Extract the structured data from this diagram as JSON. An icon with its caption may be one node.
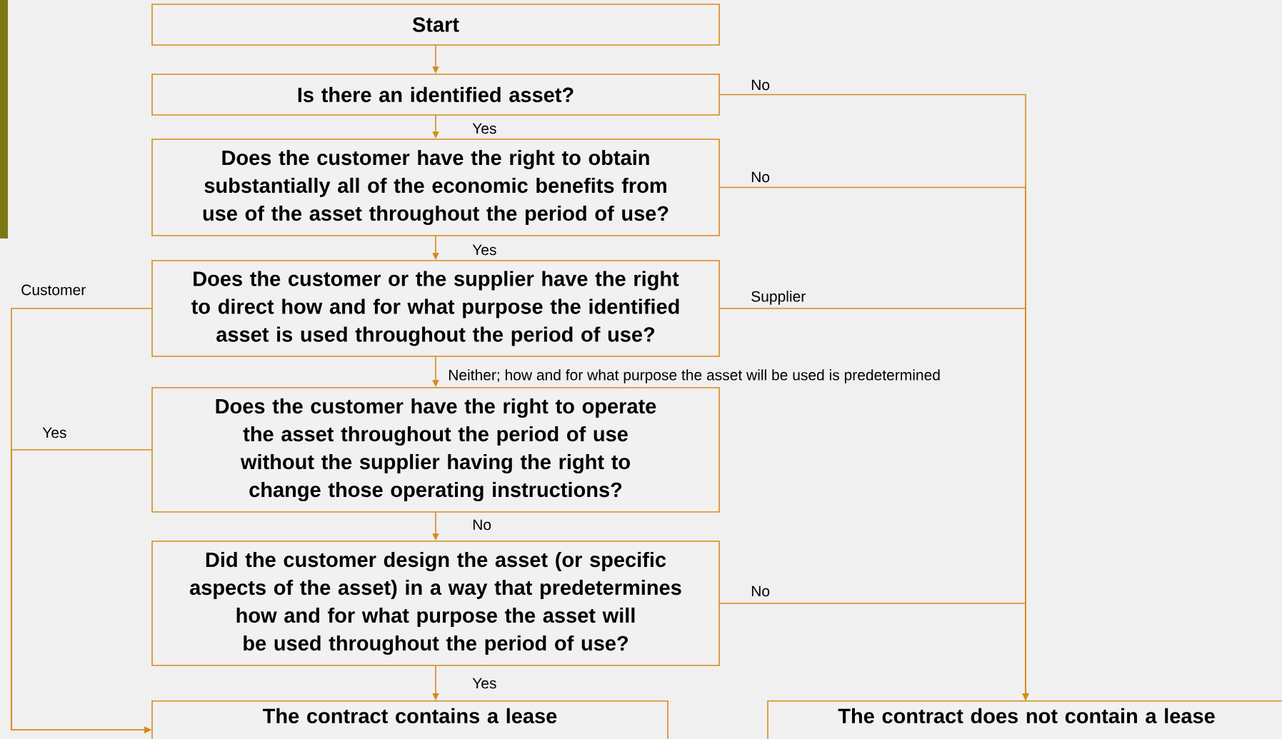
{
  "diagram": {
    "nodes": [
      {
        "text": [
          "Start"
        ]
      },
      {
        "text": [
          "Is there an identified asset?"
        ]
      },
      {
        "text": [
          "Does the customer have the right to obtain substantially all of the economic benefits from use of the asset throughout the period of use?"
        ]
      },
      {
        "text": [
          "Does the customer or the supplier have the right to direct how and for what purpose the identified asset is used throughout the period of use?"
        ]
      },
      {
        "text": [
          "Does the customer have the right to operate the asset throughout the period of use without the supplier having the right to change those operating instructions?"
        ]
      },
      {
        "text": [
          "Did the customer design the asset (or specific aspects of the asset) in a way that predetermines how and for what purpose the asset will be used throughout the period of use?"
        ]
      },
      {
        "text": [
          "The contract contains a lease"
        ]
      },
      {
        "text": [
          "The contract does not contain a lease"
        ]
      }
    ],
    "edges": [
      {
        "from": 0,
        "to": 1,
        "arrow": "to"
      },
      {
        "from": 1,
        "to": 2,
        "arrow": "to",
        "label": "Yes"
      },
      {
        "from": 2,
        "to": 3,
        "arrow": "to",
        "label": "Yes"
      },
      {
        "from": 3,
        "to": 4,
        "arrow": "to",
        "label": "Neither; how and for what purpose the asset will be used is predetermined"
      },
      {
        "from": 4,
        "to": 5,
        "arrow": "to",
        "label": "No"
      },
      {
        "from": 5,
        "to": 6,
        "arrow": "to",
        "label": "Yes"
      },
      {
        "from": 1,
        "to": 7,
        "arrow": "to",
        "label": "No"
      },
      {
        "from": 2,
        "to": 7,
        "arrow": "to",
        "label": "No"
      },
      {
        "from": 3,
        "to": 7,
        "arrow": "to",
        "label": "Supplier"
      },
      {
        "from": 5,
        "to": 7,
        "arrow": "to",
        "label": "No"
      },
      {
        "from": 3,
        "to": 6,
        "arrow": "to",
        "label": "Customer"
      },
      {
        "from": 4,
        "to": 6,
        "arrow": "to",
        "label": "Yes"
      }
    ]
  }
}
